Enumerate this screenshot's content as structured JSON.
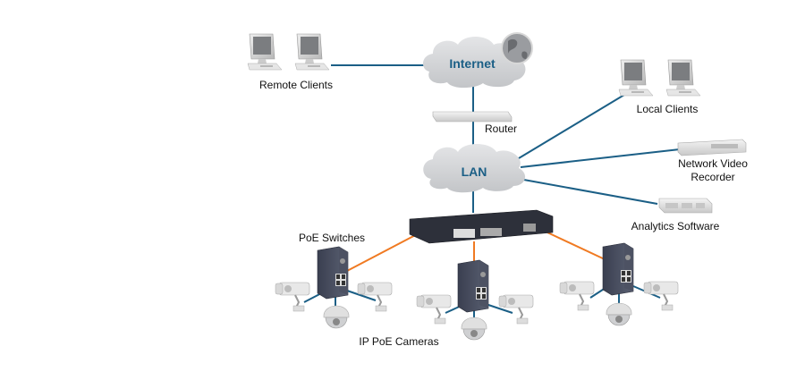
{
  "diagram": {
    "nodes": {
      "internet": {
        "label": "Internet"
      },
      "lan": {
        "label": "LAN"
      },
      "router": {
        "label": "Router"
      },
      "remote_clients": {
        "label": "Remote Clients"
      },
      "local_clients": {
        "label": "Local Clients"
      },
      "nvr": {
        "label_line1": "Network Video",
        "label_line2": "Recorder"
      },
      "analytics": {
        "label": "Analytics Software"
      },
      "poe_switches": {
        "label": "PoE Switches"
      },
      "ip_cameras": {
        "label": "IP PoE Cameras"
      }
    },
    "colors": {
      "network_link": "#1b5f86",
      "poe_link": "#f07a22",
      "cloud": "#d6d7d9",
      "cloud_text": "#1b5f86"
    }
  }
}
